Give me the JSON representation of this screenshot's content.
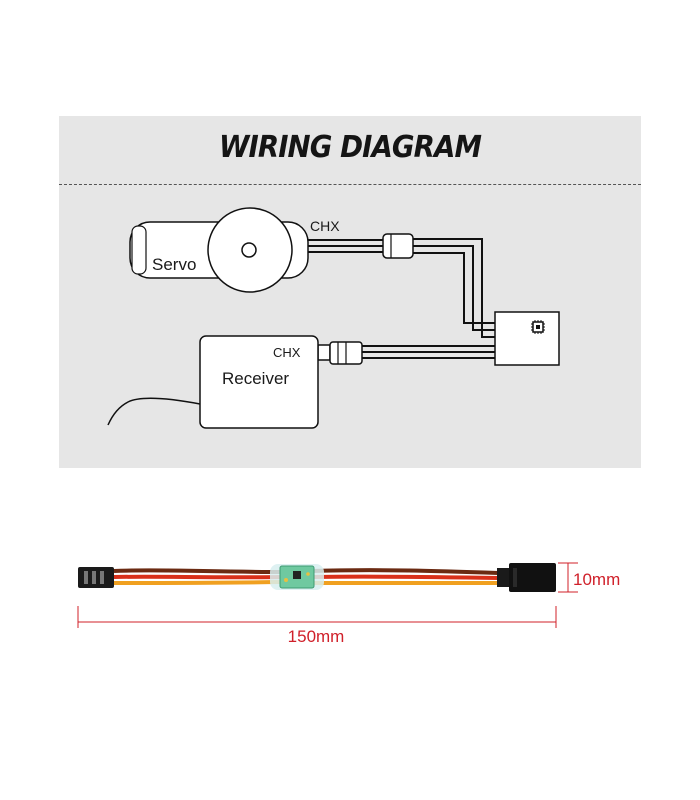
{
  "title": "WIRING DIAGRAM",
  "diagram": {
    "servo_label": "Servo",
    "servo_channel_label": "CHX",
    "receiver_label": "Receiver",
    "receiver_channel_label": "CHX"
  },
  "product": {
    "height_label": "10mm",
    "length_label": "150mm"
  },
  "colors": {
    "panel": "#e6e6e6",
    "line": "#111111",
    "dimension": "#d0202a",
    "wire_brown": "#6b2a12",
    "wire_red": "#d9301a",
    "wire_orange": "#f0a020",
    "pcb": "#6fc9a0"
  }
}
